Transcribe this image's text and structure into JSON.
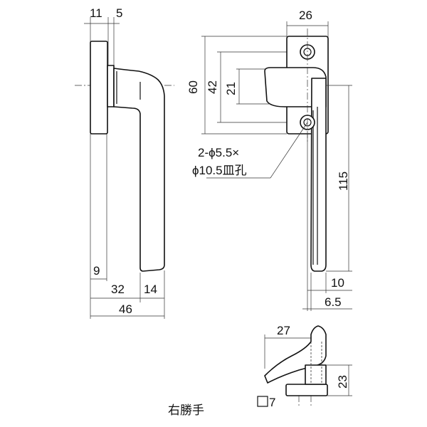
{
  "dimensions": {
    "d11": "11",
    "d5": "5",
    "d9": "9",
    "d32": "32",
    "d14": "14",
    "d46": "46",
    "d26": "26",
    "d60": "60",
    "d42": "42",
    "d21": "21",
    "d115": "115",
    "d10": "10",
    "d6_5": "6.5",
    "d27": "27",
    "d23": "23",
    "d7": "7"
  },
  "hole_note": {
    "line1": "2-ϕ5.5×",
    "line2": "ϕ10.5皿孔"
  },
  "caption": "右勝手"
}
